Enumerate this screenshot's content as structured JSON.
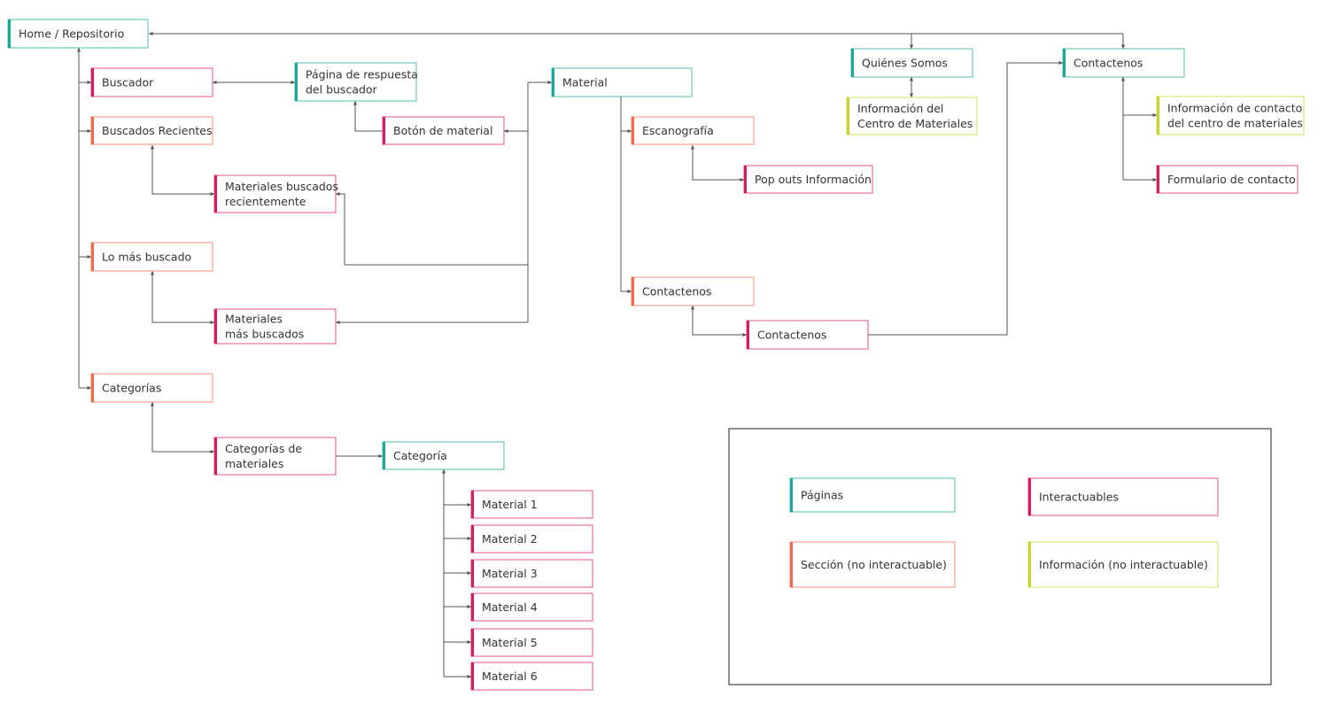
{
  "colors": {
    "pagina": "#1aa89a",
    "interactuable": "#d81b60",
    "seccion": "#f26a4b",
    "informacion": "#c6d52a",
    "line": "#555555",
    "frame": "#444444"
  },
  "nodes": {
    "home": {
      "lines": [
        "Home / Repositorio"
      ],
      "type": "pagina"
    },
    "buscador": {
      "lines": [
        "Buscador"
      ],
      "type": "interactuable"
    },
    "pagina_respuesta": {
      "lines": [
        "Página de respuesta",
        "del buscador"
      ],
      "type": "pagina"
    },
    "boton_material": {
      "lines": [
        "Botón de material"
      ],
      "type": "interactuable"
    },
    "material": {
      "lines": [
        "Material"
      ],
      "type": "pagina"
    },
    "buscados_recientes": {
      "lines": [
        "Buscados Recientes"
      ],
      "type": "seccion"
    },
    "materiales_recientes": {
      "lines": [
        "Materiales buscados",
        "recientemente"
      ],
      "type": "interactuable"
    },
    "lo_mas_buscado": {
      "lines": [
        "Lo más buscado"
      ],
      "type": "seccion"
    },
    "materiales_mas": {
      "lines": [
        "Materiales",
        "más buscados"
      ],
      "type": "interactuable"
    },
    "categorias": {
      "lines": [
        "Categorías"
      ],
      "type": "seccion"
    },
    "categorias_materiales": {
      "lines": [
        "Categorías de",
        "materiales"
      ],
      "type": "interactuable"
    },
    "categoria": {
      "lines": [
        "Categoría"
      ],
      "type": "pagina"
    },
    "material_1": {
      "lines": [
        "Material 1"
      ],
      "type": "interactuable"
    },
    "material_2": {
      "lines": [
        "Material 2"
      ],
      "type": "interactuable"
    },
    "material_3": {
      "lines": [
        "Material 3"
      ],
      "type": "interactuable"
    },
    "material_4": {
      "lines": [
        "Material 4"
      ],
      "type": "interactuable"
    },
    "material_5": {
      "lines": [
        "Material 5"
      ],
      "type": "interactuable"
    },
    "material_6": {
      "lines": [
        "Material 6"
      ],
      "type": "interactuable"
    },
    "escanografia": {
      "lines": [
        "Escanografía"
      ],
      "type": "seccion"
    },
    "pop_outs": {
      "lines": [
        "Pop outs Información"
      ],
      "type": "interactuable"
    },
    "contactenos_seccion": {
      "lines": [
        "Contactenos"
      ],
      "type": "seccion"
    },
    "contactenos_boton": {
      "lines": [
        "Contactenos"
      ],
      "type": "interactuable"
    },
    "quienes_somos": {
      "lines": [
        "Quiénes Somos"
      ],
      "type": "pagina"
    },
    "info_centro": {
      "lines": [
        "Información del",
        "Centro de Materiales"
      ],
      "type": "informacion"
    },
    "contactenos_pagina": {
      "lines": [
        "Contactenos"
      ],
      "type": "pagina"
    },
    "info_contacto": {
      "lines": [
        "Información de contacto",
        "del centro de materiales"
      ],
      "type": "informacion"
    },
    "formulario": {
      "lines": [
        "Formulario de contacto"
      ],
      "type": "interactuable"
    }
  },
  "legend": {
    "paginas": {
      "lines": [
        "Páginas"
      ],
      "type": "pagina"
    },
    "interactuables": {
      "lines": [
        "Interactuables"
      ],
      "type": "interactuable"
    },
    "seccion": {
      "lines": [
        "Sección (no interactuable)"
      ],
      "type": "seccion"
    },
    "informacion": {
      "lines": [
        "Información (no interactuable)"
      ],
      "type": "informacion"
    }
  }
}
